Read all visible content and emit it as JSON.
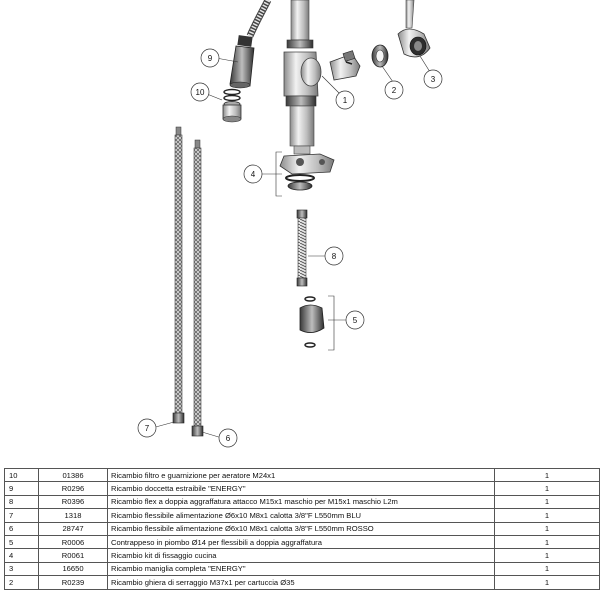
{
  "callouts": [
    {
      "n": "1"
    },
    {
      "n": "2"
    },
    {
      "n": "3"
    },
    {
      "n": "4"
    },
    {
      "n": "5"
    },
    {
      "n": "6"
    },
    {
      "n": "7"
    },
    {
      "n": "8"
    },
    {
      "n": "9"
    },
    {
      "n": "10"
    }
  ],
  "parts": [
    {
      "pos": "10",
      "code": "01386",
      "desc": "Ricambio filtro e guarnizione per aeratore M24x1",
      "qty": "1"
    },
    {
      "pos": "9",
      "code": "R0296",
      "desc": "Ricambio doccetta estraibile \"ENERGY\"",
      "qty": "1"
    },
    {
      "pos": "8",
      "code": "R0396",
      "desc": "Ricambio flex a doppia aggraffatura attacco M15x1 maschio per M15x1 maschio L2m",
      "qty": "1"
    },
    {
      "pos": "7",
      "code": "1318",
      "desc": "Ricambio flessibile alimentazione Ø6x10 M8x1 calotta 3/8\"F L550mm BLU",
      "qty": "1"
    },
    {
      "pos": "6",
      "code": "28747",
      "desc": "Ricambio flessibile alimentazione Ø6x10 M8x1 calotta 3/8\"F L550mm ROSSO",
      "qty": "1"
    },
    {
      "pos": "5",
      "code": "R0006",
      "desc": "Contrappeso in piombo Ø14 per flessibili a doppia aggraffatura",
      "qty": "1"
    },
    {
      "pos": "4",
      "code": "R0061",
      "desc": "Ricambio kit di fissaggio cucina",
      "qty": "1"
    },
    {
      "pos": "3",
      "code": "16650",
      "desc": "Ricambio maniglia completa \"ENERGY\"",
      "qty": "1"
    },
    {
      "pos": "2",
      "code": "R0239",
      "desc": "Ricambio ghiera di serraggio M37x1 per cartuccia Ø35",
      "qty": "1"
    }
  ]
}
